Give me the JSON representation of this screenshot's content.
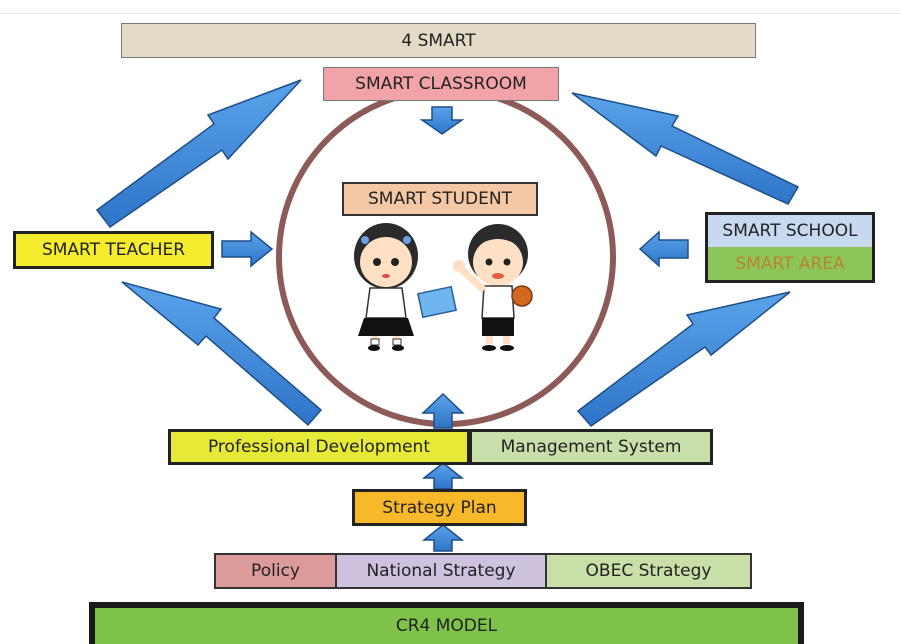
{
  "diagram": {
    "title": "4 SMART",
    "smart_classroom": "SMART CLASSROOM",
    "smart_student": "SMART STUDENT",
    "smart_teacher": "SMART TEACHER",
    "smart_school": "SMART SCHOOL",
    "smart_area": "SMART AREA",
    "professional_development": "Professional Development",
    "management_system": "Management System",
    "strategy_plan": "Strategy Plan",
    "policy": "Policy",
    "national_strategy": "National Strategy",
    "obec_strategy": "OBEC Strategy",
    "model": "CR4 MODEL"
  },
  "colors": {
    "title_fill": "#e3dbc8",
    "classroom_fill": "#f2a3a8",
    "student_fill": "#f5c8a5",
    "teacher_fill": "#f4ec2c",
    "school_fill": "#c7d9ee",
    "area_fill": "#8cc55a",
    "area_text": "#b8852a",
    "pd_fill": "#e6ea37",
    "ms_fill": "#c9dfa9",
    "strategy_fill": "#f7b829",
    "policy_fill": "#dc9b9b",
    "national_fill": "#cfc2df",
    "obec_fill": "#cadfa8",
    "model_fill": "#7fc24a",
    "arrow_fill": "#3b84d8",
    "arrow_stroke": "#1d4f8a",
    "circle_stroke": "#8d5a57"
  }
}
